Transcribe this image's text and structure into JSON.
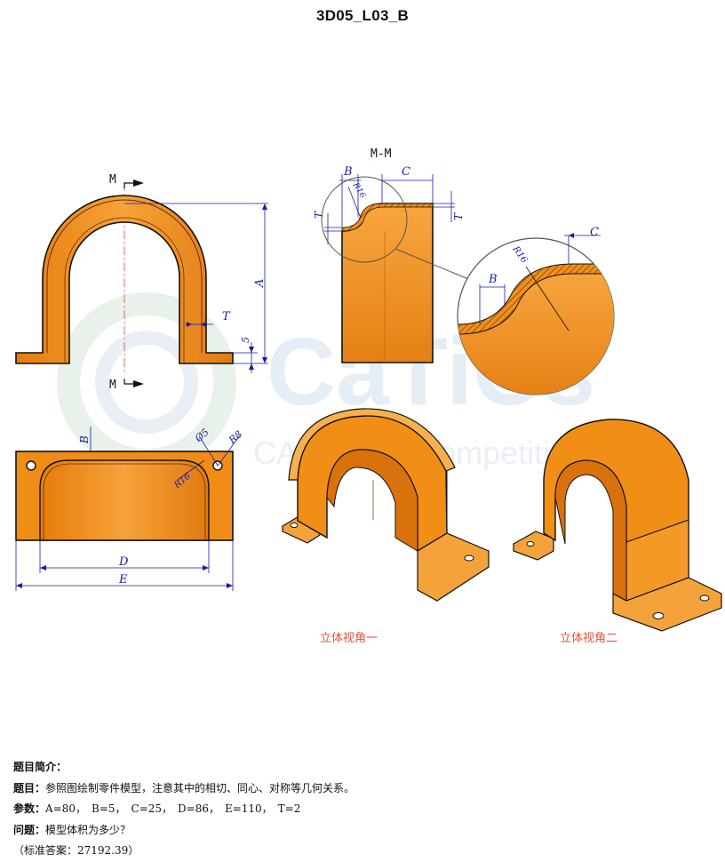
{
  "title": "3D05_L03_B",
  "section_label": "M-M",
  "cut_mark": "M",
  "dimension_labels": {
    "A": "A",
    "B": "B",
    "C": "C",
    "D": "D",
    "E": "E",
    "T": "T",
    "five": "5",
    "r16": "R16",
    "r8": "R8",
    "phi5": "Ø5"
  },
  "watermark": {
    "brand": "CaTiCs",
    "tagline": "CAD digital competition"
  },
  "view_captions": {
    "view1": "立体视角一",
    "view2": "立体视角二"
  },
  "intro": {
    "heading": "题目简介：",
    "task_label": "题目：",
    "task_text": "参照图绘制零件模型，注意其中的相切、同心、对称等几何关系。",
    "params_label": "参数：",
    "params_text": "A=80，　B=5，　C=25，　D=86，　E=110，　T=2",
    "question_label": "问题：",
    "question_text": "模型体积为多少？",
    "answer_text": "（标准答案：27192.39）"
  },
  "colors": {
    "part_orange": "#f0901a",
    "part_dark": "#d46f0a",
    "dimension_blue": "#1a1aa6",
    "caption_red": "#e0533d",
    "watermark": "#e3ecf5"
  }
}
